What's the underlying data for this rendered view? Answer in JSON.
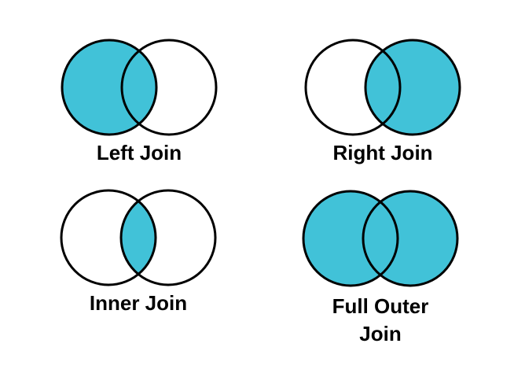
{
  "colors": {
    "accent_fill": "#41C2D8",
    "circle_fill": "#FFFFFF",
    "outline": "#000000",
    "label_text": "#000000",
    "background": "#FFFFFF"
  },
  "diagrams": [
    {
      "label": "Left Join",
      "shaded_region": "left circle including overlap"
    },
    {
      "label": "Right Join",
      "shaded_region": "right circle including overlap"
    },
    {
      "label": "Inner Join",
      "shaded_region": "overlap only"
    },
    {
      "label": "Full Outer Join",
      "shaded_region": "both circles including overlap"
    }
  ]
}
